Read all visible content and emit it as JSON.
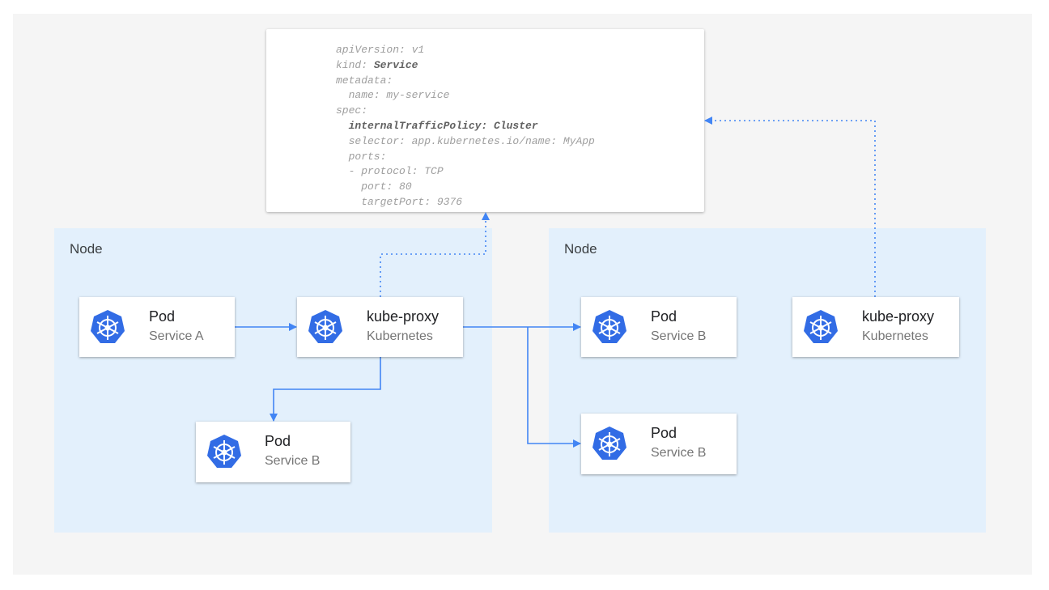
{
  "colors": {
    "accent": "#4285f4",
    "icon": "#326ce5",
    "node_bg": "#e3f0fc",
    "canvas_bg": "#f5f5f5"
  },
  "yaml": {
    "lines": [
      {
        "text": "apiVersion: v1"
      },
      {
        "key": "kind: ",
        "bold": "Service"
      },
      {
        "text": "metadata:"
      },
      {
        "text": "  name: my-service"
      },
      {
        "text": "spec:"
      },
      {
        "bold": "  internalTrafficPolicy: Cluster"
      },
      {
        "text": "  selector: app.kubernetes.io/name: MyApp"
      },
      {
        "text": "  ports:"
      },
      {
        "text": "  - protocol: TCP"
      },
      {
        "text": "    port: 80"
      },
      {
        "text": "    targetPort: 9376"
      }
    ]
  },
  "nodes": [
    {
      "label": "Node"
    },
    {
      "label": "Node"
    }
  ],
  "cards": [
    {
      "title": "Pod",
      "subtitle": "Service A",
      "icon": "kubernetes-icon"
    },
    {
      "title": "kube-proxy",
      "subtitle": "Kubernetes",
      "icon": "kubernetes-icon"
    },
    {
      "title": "Pod",
      "subtitle": "Service B",
      "icon": "kubernetes-icon"
    },
    {
      "title": "Pod",
      "subtitle": "Service B",
      "icon": "kubernetes-icon"
    },
    {
      "title": "Pod",
      "subtitle": "Service B",
      "icon": "kubernetes-icon"
    },
    {
      "title": "kube-proxy",
      "subtitle": "Kubernetes",
      "icon": "kubernetes-icon"
    }
  ]
}
